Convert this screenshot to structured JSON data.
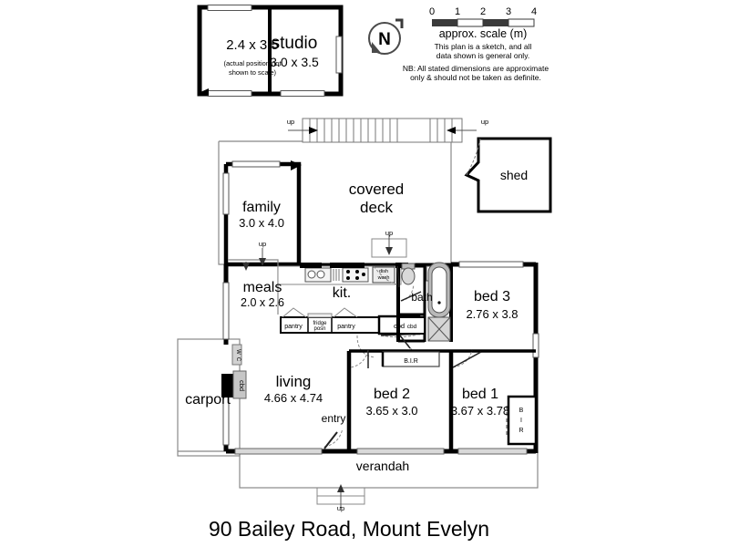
{
  "meta": {
    "title": "90 Bailey Road, Mount Evelyn",
    "type": "real-estate-floor-plan"
  },
  "compass": {
    "letter": "N",
    "name": "north-arrow"
  },
  "scale": {
    "caption": "approx. scale (m)",
    "ticks": [
      "0",
      "1",
      "2",
      "3",
      "4"
    ],
    "segments": 4,
    "dark_color": "#3a3a3a",
    "light_color": "#ffffff"
  },
  "disclaimer": {
    "line1": "This plan is a sketch, and all",
    "line2": "data shown is general only.",
    "line3": "NB: All stated dimensions are approximate",
    "line4": "only & should not be taken as definite."
  },
  "studio_block": {
    "left_room": {
      "dims": "2.4 x 3.5",
      "note1": "(actual position not",
      "note2": "shown to scale)"
    },
    "right_room": {
      "name": "studio",
      "dims": "3.0 x 3.5"
    }
  },
  "rooms": [
    {
      "id": "family",
      "name": "family",
      "dims": "3.0 x 4.0"
    },
    {
      "id": "covered-deck",
      "name": "covered",
      "name2": "deck",
      "dims": ""
    },
    {
      "id": "shed",
      "name": "shed",
      "dims": ""
    },
    {
      "id": "meals",
      "name": "meals",
      "dims": "2.0 x 2.6"
    },
    {
      "id": "kit",
      "name": "kit.",
      "dims": ""
    },
    {
      "id": "bath",
      "name": "bath",
      "dims": ""
    },
    {
      "id": "bed3",
      "name": "bed 3",
      "dims": "2.76 x 3.8"
    },
    {
      "id": "living",
      "name": "living",
      "dims": "4.66 x 4.74"
    },
    {
      "id": "bed2",
      "name": "bed 2",
      "dims": "3.65 x 3.0"
    },
    {
      "id": "bed1",
      "name": "bed 1",
      "dims": "3.67 x 3.78"
    },
    {
      "id": "carport",
      "name": "carport",
      "dims": ""
    },
    {
      "id": "verandah",
      "name": "verandah",
      "dims": ""
    },
    {
      "id": "entry",
      "name": "entry",
      "dims": ""
    }
  ],
  "fixtures": {
    "pantry_left": "pantry",
    "fridge_line1": "fridge",
    "fridge_line2": "posn",
    "pantry_right": "pantry",
    "cbd_kitchen": "cbd",
    "cbd_bath": "cbd",
    "dishwasher_line1": "dish",
    "dishwasher_line2": "wash",
    "bir_bed2": "B.I.R",
    "bir_bed1_line1": "B",
    "bir_bed1_line2": "I",
    "bir_bed1_line3": "R",
    "wc_living_line1": "W",
    "wc_living_line2": "C",
    "cbd_living": "cbd"
  },
  "stair_markers": {
    "up": "up"
  },
  "colors": {
    "wall": "#000000",
    "thin_line": "#6f6f6f",
    "window_fill": "#d9d9d9",
    "fixture_gray": "#b5b5b5",
    "page_bg": "#ffffff"
  }
}
